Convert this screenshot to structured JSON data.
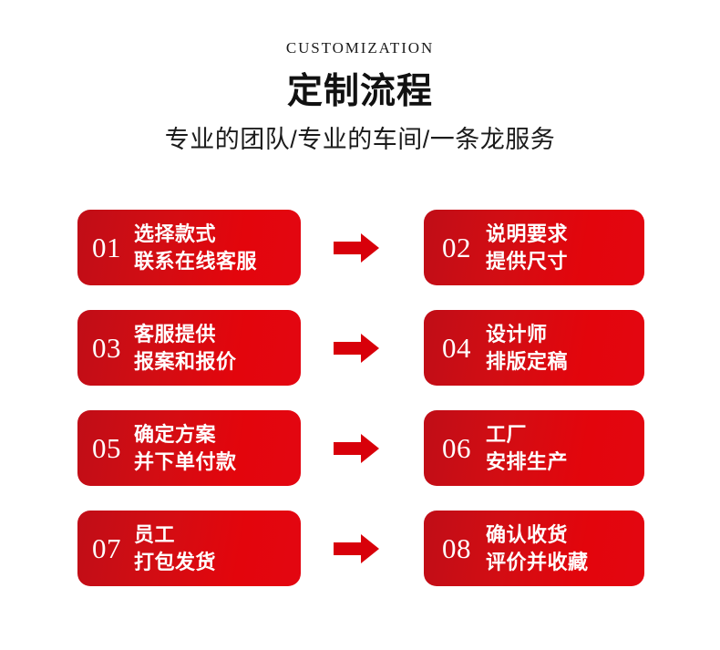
{
  "page": {
    "background": "#ffffff",
    "accent_red": "#e3050c",
    "accent_red_dark": "#c00d17",
    "text_dark": "#111111",
    "text_white": "#ffffff"
  },
  "header": {
    "eyebrow": "CUSTOMIZATION",
    "title": "定制流程",
    "subtitle": "专业的团队/专业的车间/一条龙服务"
  },
  "arrow": {
    "icon": "arrow-right-icon",
    "color": "#d8000a",
    "count": 4
  },
  "flow": {
    "rows": [
      {
        "left": {
          "number": "01",
          "line1": "选择款式",
          "line2": "联系在线客服"
        },
        "right": {
          "number": "02",
          "line1": "说明要求",
          "line2": "提供尺寸"
        }
      },
      {
        "left": {
          "number": "03",
          "line1": "客服提供",
          "line2": "报案和报价"
        },
        "right": {
          "number": "04",
          "line1": "设计师",
          "line2": "排版定稿"
        }
      },
      {
        "left": {
          "number": "05",
          "line1": "确定方案",
          "line2": "并下单付款"
        },
        "right": {
          "number": "06",
          "line1": "工厂",
          "line2": "安排生产"
        }
      },
      {
        "left": {
          "number": "07",
          "line1": "员工",
          "line2": "打包发货"
        },
        "right": {
          "number": "08",
          "line1": "确认收货",
          "line2": "评价并收藏"
        }
      }
    ]
  }
}
